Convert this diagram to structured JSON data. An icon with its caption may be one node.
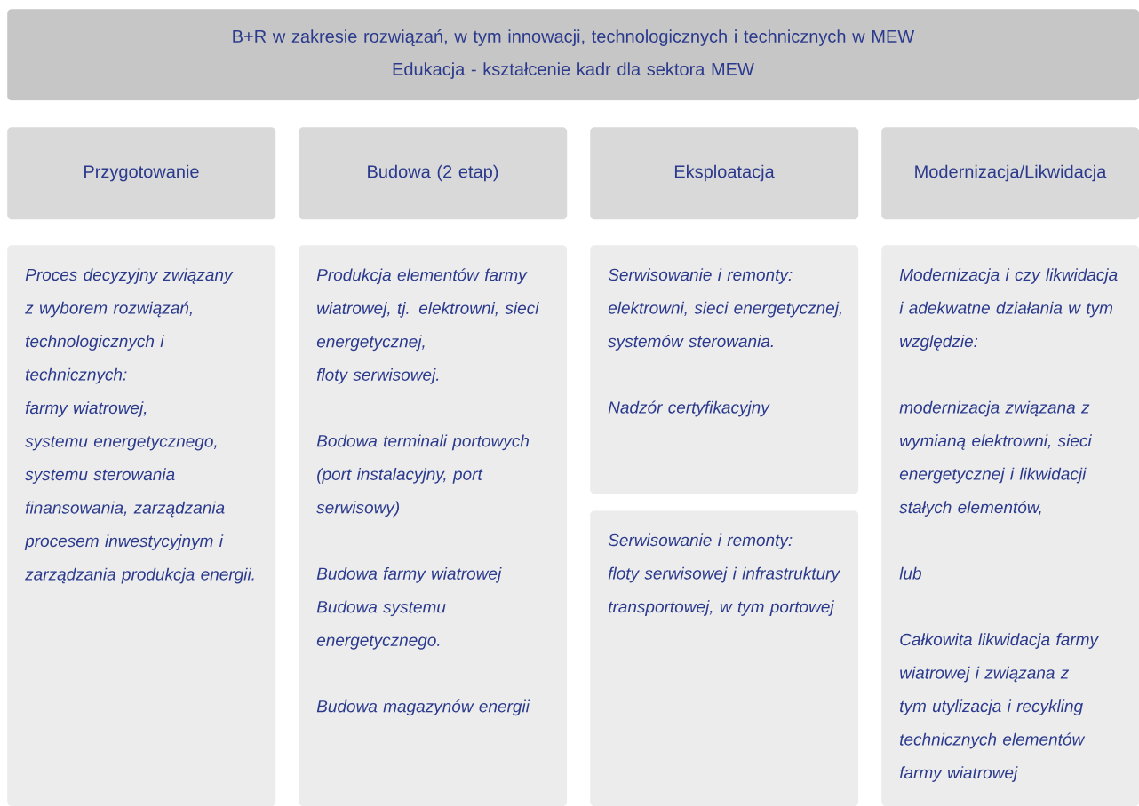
{
  "diagram": {
    "nodes": [
      {
        "text": [
          "B+R w zakresie rozwiązań, w tym innowacji, technologicznych i technicznych w MEW",
          "Edukacja - kształcenie kadr dla sektora MEW"
        ]
      },
      {
        "text": [
          "Przygotowanie"
        ]
      },
      {
        "text": [
          "Budowa (2 etap)"
        ]
      },
      {
        "text": [
          "Eksploatacja"
        ]
      },
      {
        "text": [
          "Modernizacja/Likwidacja"
        ]
      },
      {
        "text": [
          "Proces decyzyjny związany z wyborem rozwiązań, technologicznych i technicznych:",
          "farmy wiatrowej,",
          "systemu energetycznego,",
          "systemu sterowania",
          "finansowania, zarządzania procesem inwestycyjnym i zarządzania produkcja energii."
        ]
      },
      {
        "text": [
          "Produkcja elementów farmy wiatrowej, tj. elektrowni, sieci energetycznej,",
          "floty serwisowej.",
          "Bodowa terminali portowych (port instalacyjny, port serwisowy)",
          "Budowa farmy wiatrowej",
          "Budowa systemu energetycznego.",
          "Budowa magazynów energii"
        ]
      },
      {
        "text": [
          "Serwisowanie i remonty:",
          "elektrowni, sieci energetycznej, systemów sterowania.",
          "Nadzór certyfikacyjny"
        ]
      },
      {
        "text": [
          "Serwisowanie i remonty:",
          "floty serwisowej i infrastruktury transportowej, w tym portowej"
        ]
      },
      {
        "text": [
          "Modernizacja i czy likwidacja i adekwatne działania w tym względzie:",
          "modernizacja związana z wymianą elektrowni, sieci energetycznej i likwidacji stałych elementów,",
          "lub",
          "Całkowita likwidacja farmy wiatrowej i związana z tym utylizacja i recykling technicznych elementów farmy wiatrowej"
        ]
      }
    ]
  }
}
